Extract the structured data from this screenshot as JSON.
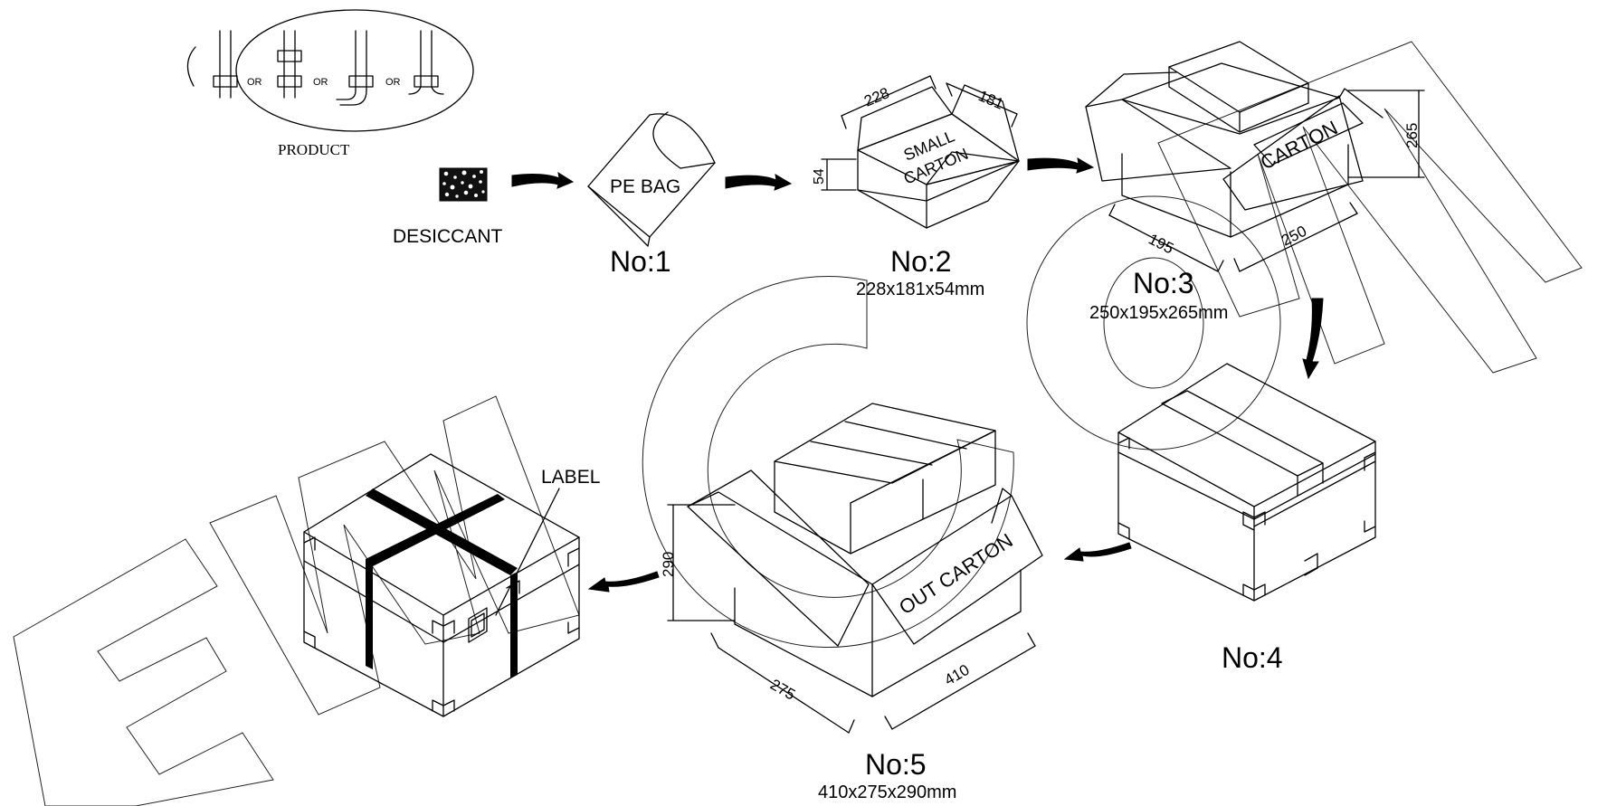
{
  "product": {
    "label": "PRODUCT",
    "or_word": "OR"
  },
  "desiccant": {
    "label": "DESICCANT"
  },
  "step1": {
    "bag_label": "PE BAG",
    "number": "No:1"
  },
  "step2": {
    "box_label_1": "SMALL",
    "box_label_2": "CARTON",
    "dim_length": "228",
    "dim_width": "181",
    "dim_height": "54",
    "number": "No:2",
    "size": "228x181x54mm"
  },
  "step3": {
    "box_label": "CARTON",
    "dim_height": "265",
    "dim_width": "195",
    "dim_length": "250",
    "number": "No:3",
    "size": "250x195x265mm"
  },
  "step4": {
    "number": "No:4"
  },
  "step5": {
    "box_label": "OUT CARTON",
    "dim_height": "290",
    "dim_width": "275",
    "dim_length": "410",
    "number": "No:5",
    "size": "410x275x290mm"
  },
  "final": {
    "label_callout": "LABEL"
  },
  "colors": {
    "line": "#000000",
    "background": "#ffffff"
  }
}
